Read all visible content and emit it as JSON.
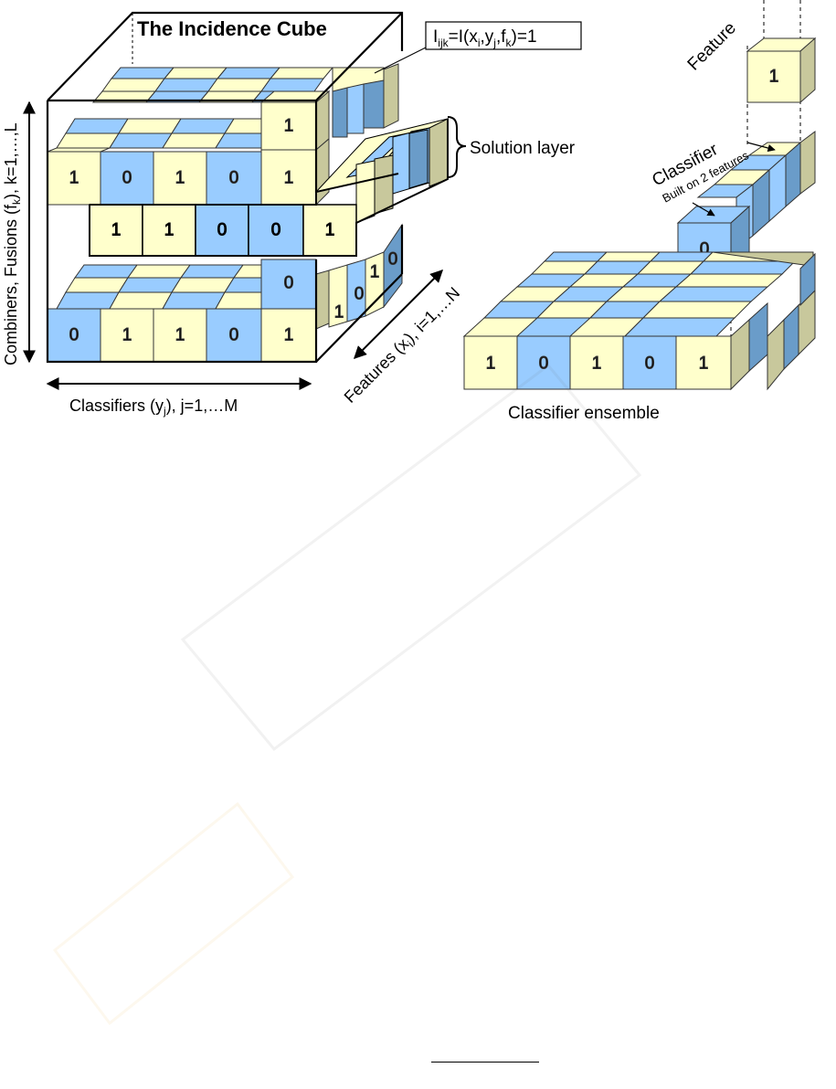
{
  "figure": {
    "title": "The Incidence Cube",
    "formula": {
      "I": "I",
      "sub1": "ijk",
      "mid": "=I(x",
      "s_i": "i",
      "c1": ",y",
      "s_j": "j",
      "c2": ",f",
      "s_k": "k",
      "end": ")=1"
    },
    "solution_label": "Solution layer",
    "axis_vertical": {
      "main": "Combiners,  Fusions (f",
      "sub": "k",
      "rest": "), k=1,…,L"
    },
    "axis_horizontal": {
      "main": "Classifiers (y",
      "sub": "j",
      "rest": "), j=1,…M"
    },
    "axis_depth": {
      "main": "Features (x",
      "sub": "i",
      "rest": "), i=1,…N"
    },
    "feature_label": "Feature",
    "classifier_label": "Classifier",
    "classifier_sub": "Built on 2 features",
    "ensemble_label": "Classifier ensemble",
    "cube_top_row": [
      "1",
      "0",
      "1",
      "0",
      "1"
    ],
    "cube_mid_row": [
      "1",
      "1",
      "0",
      "0",
      "1"
    ],
    "cube_bottom_row": [
      "0",
      "1",
      "1",
      "0",
      "1"
    ],
    "cube_upper_tower": "1",
    "cube_lower_tower": "0",
    "cube_side_values": [
      "1",
      "0",
      "1",
      "0"
    ],
    "ensemble_row": [
      "1",
      "0",
      "1",
      "0",
      "1"
    ],
    "feature_value": "1",
    "classifier_value": "0"
  },
  "colors": {
    "yellow": "#ffffcc",
    "blue": "#99ccff",
    "side_blue": "#6a9cc9",
    "side_yellow": "#c8c89c"
  }
}
